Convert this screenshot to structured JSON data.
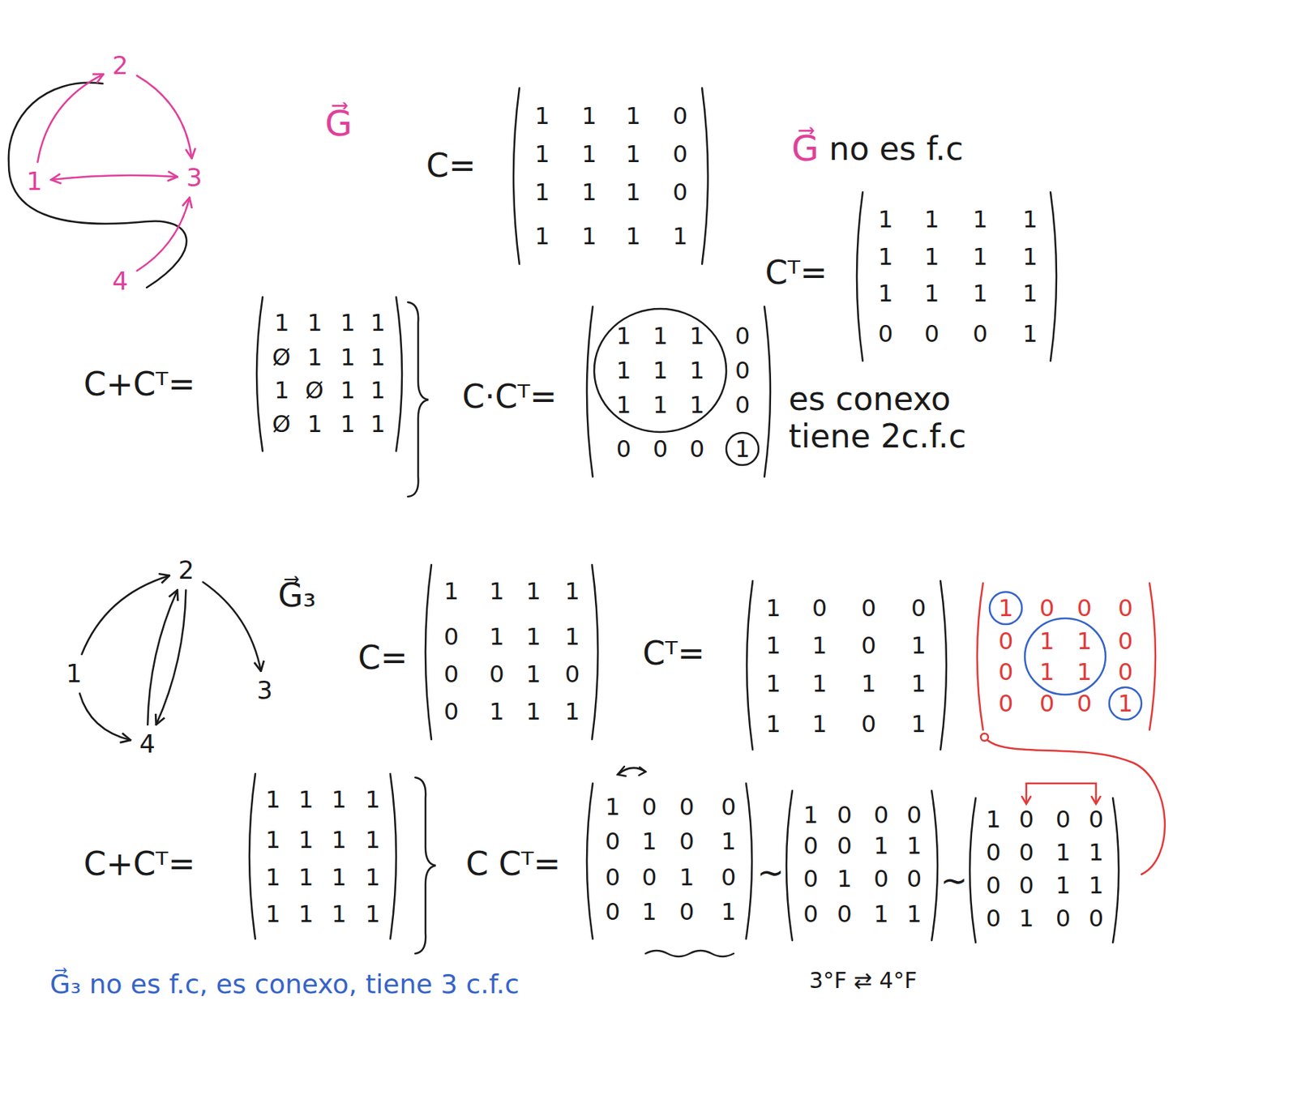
{
  "diagram": {
    "nodes": [
      {
        "text": [
          "1"
        ]
      },
      {
        "text": [
          "2"
        ]
      },
      {
        "text": [
          "3"
        ]
      },
      {
        "text": [
          "4"
        ]
      },
      {
        "text": [
          "1"
        ]
      },
      {
        "text": [
          "2"
        ]
      },
      {
        "text": [
          "3"
        ]
      },
      {
        "text": [
          "4"
        ]
      }
    ],
    "edges": [
      {
        "from": 0,
        "to": 1,
        "arrow": "to"
      },
      {
        "from": 1,
        "to": 2,
        "arrow": "to"
      },
      {
        "from": 0,
        "to": 2,
        "arrow": "both"
      },
      {
        "from": 3,
        "to": 2,
        "arrow": "to"
      },
      {
        "from": 4,
        "to": 5,
        "arrow": "to"
      },
      {
        "from": 5,
        "to": 6,
        "arrow": "to"
      },
      {
        "from": 4,
        "to": 7,
        "arrow": "to"
      },
      {
        "from": 7,
        "to": 5,
        "arrow": "to"
      },
      {
        "from": 5,
        "to": 7,
        "arrow": "to"
      }
    ],
    "labels": [
      "G⃗",
      "C=",
      "1",
      "1",
      "1",
      "0",
      "1",
      "1",
      "1",
      "0",
      "1",
      "1",
      "1",
      "0",
      "1",
      "1",
      "1",
      "1",
      "G⃗",
      "no es f.c",
      "Cᵀ=",
      "1",
      "1",
      "1",
      "1",
      "1",
      "1",
      "1",
      "1",
      "1",
      "1",
      "1",
      "1",
      "0",
      "0",
      "0",
      "1",
      "C+Cᵀ=",
      "1",
      "1",
      "1",
      "1",
      "Ø",
      "1",
      "1",
      "1",
      "1",
      "Ø",
      "1",
      "1",
      "Ø",
      "1",
      "1",
      "1",
      "C·Cᵀ=",
      "1",
      "1",
      "1",
      "0",
      "1",
      "1",
      "1",
      "0",
      "1",
      "1",
      "1",
      "0",
      "0",
      "0",
      "0",
      "1",
      "es conexo tiene 2c.f.c",
      "G⃗₃",
      "C=",
      "1",
      "1",
      "1",
      "1",
      "0",
      "1",
      "1",
      "1",
      "0",
      "0",
      "1",
      "0",
      "0",
      "1",
      "1",
      "1",
      "Cᵀ=",
      "1",
      "0",
      "0",
      "0",
      "1",
      "1",
      "0",
      "1",
      "1",
      "1",
      "1",
      "1",
      "1",
      "1",
      "0",
      "1",
      "1",
      "0",
      "0",
      "0",
      "0",
      "1",
      "1",
      "0",
      "0",
      "1",
      "1",
      "0",
      "0",
      "0",
      "0",
      "1",
      "C+Cᵀ=",
      "1",
      "1",
      "1",
      "1",
      "1",
      "1",
      "1",
      "1",
      "1",
      "1",
      "1",
      "1",
      "1",
      "1",
      "1",
      "1",
      "C Cᵀ=",
      "1",
      "0",
      "0",
      "0",
      "0",
      "1",
      "0",
      "1",
      "0",
      "0",
      "1",
      "0",
      "0",
      "1",
      "0",
      "1",
      "~",
      "1",
      "0",
      "0",
      "0",
      "0",
      "0",
      "1",
      "1",
      "0",
      "1",
      "0",
      "0",
      "0",
      "0",
      "1",
      "1",
      "3°F ⇄ 4°F",
      "~",
      "1",
      "0",
      "0",
      "0",
      "0",
      "0",
      "1",
      "1",
      "0",
      "0",
      "1",
      "1",
      "0",
      "1",
      "0",
      "0",
      "G⃗₃ no es f.c, es conexo, tiene 3 c.f.c"
    ]
  }
}
